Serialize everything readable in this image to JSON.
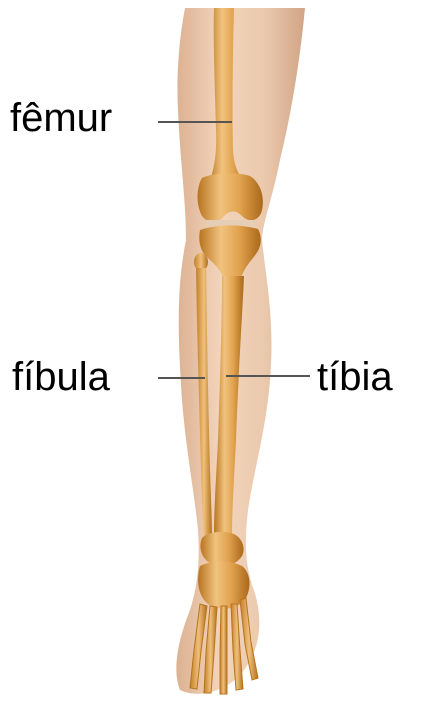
{
  "labels": {
    "femur": "fêmur",
    "fibula": "fíbula",
    "tibia": "tíbia"
  },
  "colors": {
    "skin": "#e9c6a8",
    "skin_shadow": "#d6a887",
    "bone": "#e1a24e",
    "bone_light": "#f1c37f",
    "bone_dark": "#b8741f",
    "leader_line": "#555555",
    "label_text": "#000000",
    "background": "#ffffff"
  }
}
